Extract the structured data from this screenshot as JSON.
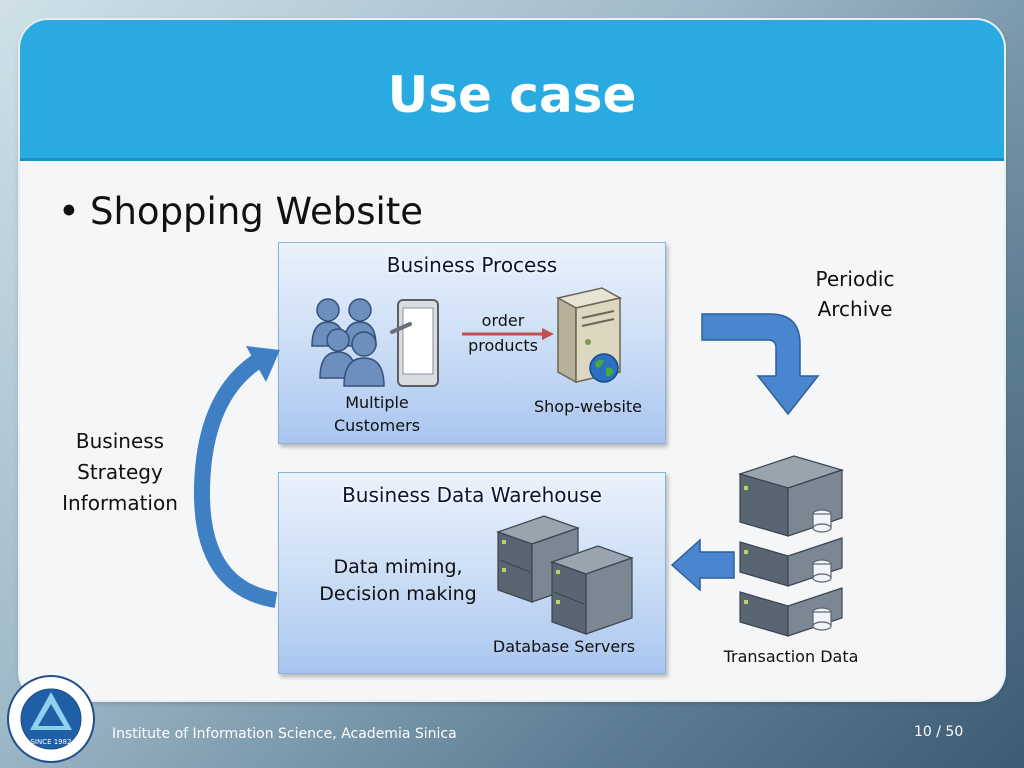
{
  "slide": {
    "title": "Use case",
    "bullet": "Shopping Website"
  },
  "business_process": {
    "title": "Business Process",
    "arrow_label_1": "order",
    "arrow_label_2": "products",
    "customers_label_1": "Multiple",
    "customers_label_2": "Customers",
    "shop_label": "Shop-website"
  },
  "warehouse": {
    "title": "Business Data Warehouse",
    "activity_1": "Data miming,",
    "activity_2": "Decision making",
    "servers_label": "Database Servers"
  },
  "side_labels": {
    "periodic_1": "Periodic",
    "periodic_2": "Archive",
    "strategy_1": "Business",
    "strategy_2": "Strategy",
    "strategy_3": "Information",
    "transaction": "Transaction Data"
  },
  "footer": {
    "institute": "Institute of Information Science, Academia Sinica",
    "page": "10 / 50",
    "logo_year": "SINCE 1982"
  },
  "colors": {
    "title_bar": "#29abe2",
    "arrow_blue": "#3f7fc4",
    "order_arrow": "#c0504d"
  }
}
